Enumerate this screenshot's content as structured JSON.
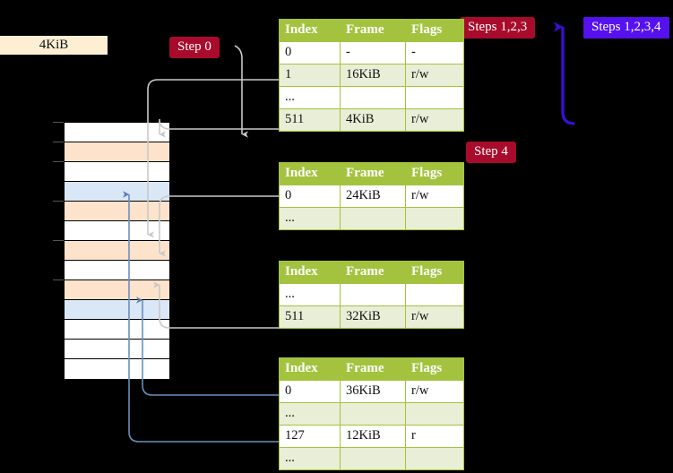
{
  "labels": {
    "size_box": "4KiB",
    "step0": "Step 0",
    "step4": "Step 4",
    "steps123": "Steps 1,2,3",
    "steps1234": "Steps 1,2,3,4"
  },
  "colors": {
    "table_header": "#a3c33f",
    "table_alt_row": "#e9eed6",
    "highlight": "#ffff9e",
    "chip_red": "#a80b2b",
    "chip_violet": "#5511ee",
    "mem_peach": "#fde3cc",
    "mem_blue": "#dae7f7",
    "size_box": "#fcefd3",
    "grey_wire": "#b0b0b0",
    "blue_wire": "#6a8fbd"
  },
  "memory": {
    "rows": [
      {
        "fill": "white"
      },
      {
        "fill": "peach"
      },
      {
        "fill": "white"
      },
      {
        "fill": "blue"
      },
      {
        "fill": "peach"
      },
      {
        "fill": "white"
      },
      {
        "fill": "peach"
      },
      {
        "fill": "white"
      },
      {
        "fill": "peach"
      },
      {
        "fill": "blue"
      },
      {
        "fill": "white"
      },
      {
        "fill": "white"
      },
      {
        "fill": "white"
      }
    ]
  },
  "tables": [
    {
      "id": "pt-level-0",
      "headers": [
        "Index",
        "Frame",
        "Flags"
      ],
      "rows": [
        {
          "cells": [
            "0",
            "-",
            "-"
          ],
          "alt": false,
          "highlight": false
        },
        {
          "cells": [
            "1",
            "16KiB",
            "r/w"
          ],
          "alt": true,
          "highlight": false
        },
        {
          "cells": [
            "...",
            "",
            ""
          ],
          "alt": false,
          "highlight": false
        },
        {
          "cells": [
            "511",
            "4KiB",
            "r/w"
          ],
          "alt": true,
          "highlight": true
        }
      ]
    },
    {
      "id": "pt-level-1",
      "headers": [
        "Index",
        "Frame",
        "Flags"
      ],
      "rows": [
        {
          "cells": [
            "0",
            "24KiB",
            "r/w"
          ],
          "alt": false,
          "highlight": false
        },
        {
          "cells": [
            "...",
            "",
            ""
          ],
          "alt": true,
          "highlight": false
        }
      ]
    },
    {
      "id": "pt-level-2",
      "headers": [
        "Index",
        "Frame",
        "Flags"
      ],
      "rows": [
        {
          "cells": [
            "...",
            "",
            ""
          ],
          "alt": false,
          "highlight": false
        },
        {
          "cells": [
            "511",
            "32KiB",
            "r/w"
          ],
          "alt": true,
          "highlight": false
        }
      ]
    },
    {
      "id": "pt-level-3",
      "headers": [
        "Index",
        "Frame",
        "Flags"
      ],
      "rows": [
        {
          "cells": [
            "0",
            "36KiB",
            "r/w"
          ],
          "alt": false,
          "highlight": false
        },
        {
          "cells": [
            "...",
            "",
            ""
          ],
          "alt": true,
          "highlight": false
        },
        {
          "cells": [
            "127",
            "12KiB",
            "r"
          ],
          "alt": false,
          "highlight": false
        },
        {
          "cells": [
            "...",
            "",
            ""
          ],
          "alt": true,
          "highlight": false
        }
      ]
    }
  ]
}
